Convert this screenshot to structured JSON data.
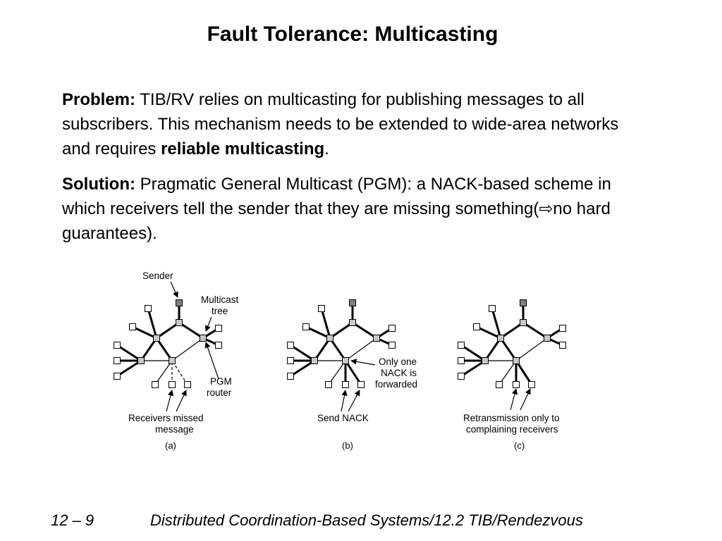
{
  "title": "Fault Tolerance: Multicasting",
  "problem": {
    "label": "Problem:",
    "text_before": " TIB/RV relies on multicasting for publishing messages to all subscribers. This mechanism needs to be extended to wide-area networks and requires ",
    "emphasis": "reliable multicasting",
    "text_after": "."
  },
  "solution": {
    "label": "Solution:",
    "text_before": " Pragmatic General Multicast (PGM): a NACK-based scheme in which receivers tell the sender that  they are missing something(",
    "arrow": "⇨",
    "text_after": "no hard guarantees)."
  },
  "diagram": {
    "a": {
      "sender_label": "Sender",
      "tree_label_1": "Multicast",
      "tree_label_2": "tree",
      "router_label_1": "PGM",
      "router_label_2": "router",
      "missed_label_1": "Receivers missed",
      "missed_label_2": "message",
      "caption": "(a)"
    },
    "b": {
      "nack_label_1": "Only one",
      "nack_label_2": "NACK is",
      "nack_label_3": "forwarded",
      "send_label": "Send NACK",
      "caption": "(b)"
    },
    "c": {
      "retrans_label_1": "Retransmission only to",
      "retrans_label_2": "complaining receivers",
      "caption": "(c)"
    }
  },
  "footer": {
    "slide_number": "12 – 9",
    "course": "Distributed Coordination-Based Systems/12.2 TIB/Rendezvous"
  },
  "colors": {
    "router_fill": "#c8c8c8",
    "sender_fill": "#808080",
    "receiver_fill": "#ffffff"
  }
}
